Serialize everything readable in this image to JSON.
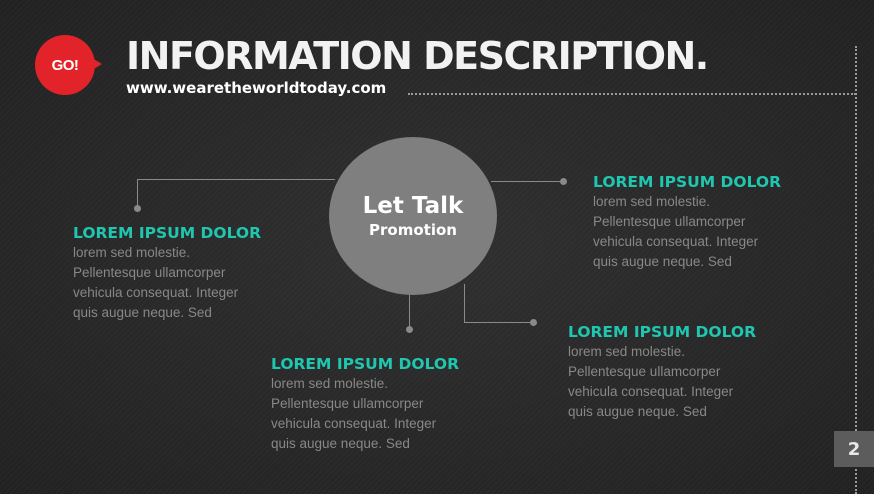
{
  "header": {
    "badge_label": "GO!",
    "title": "INFORMATION DESCRIPTION.",
    "url": "www.wearetheworldtoday.com"
  },
  "center": {
    "title": "Let Talk",
    "subtitle": "Promotion"
  },
  "blocks": [
    {
      "heading": "LOREM IPSUM DOLOR",
      "lines": [
        "lorem  sed molestie.",
        "Pellentesque ullamcorper",
        "vehicula consequat. Integer",
        "quis augue neque.  Sed"
      ]
    },
    {
      "heading": "LOREM IPSUM DOLOR",
      "lines": [
        "lorem  sed molestie.",
        "Pellentesque ullamcorper",
        "vehicula consequat. Integer",
        "quis augue neque.  Sed"
      ]
    },
    {
      "heading": "LOREM IPSUM DOLOR",
      "lines": [
        "lorem  sed molestie.",
        "Pellentesque ullamcorper",
        "vehicula consequat. Integer",
        "quis augue neque.  Sed"
      ]
    },
    {
      "heading": "LOREM IPSUM DOLOR",
      "lines": [
        "lorem  sed molestie.",
        "Pellentesque ullamcorper",
        "vehicula consequat. Integer",
        "quis augue neque.  Sed"
      ]
    }
  ],
  "page_number": "2",
  "colors": {
    "accent_red": "#e3232a",
    "accent_teal": "#1fc7b0",
    "circle": "#7f7f7f",
    "background": "#2a2a2a"
  }
}
